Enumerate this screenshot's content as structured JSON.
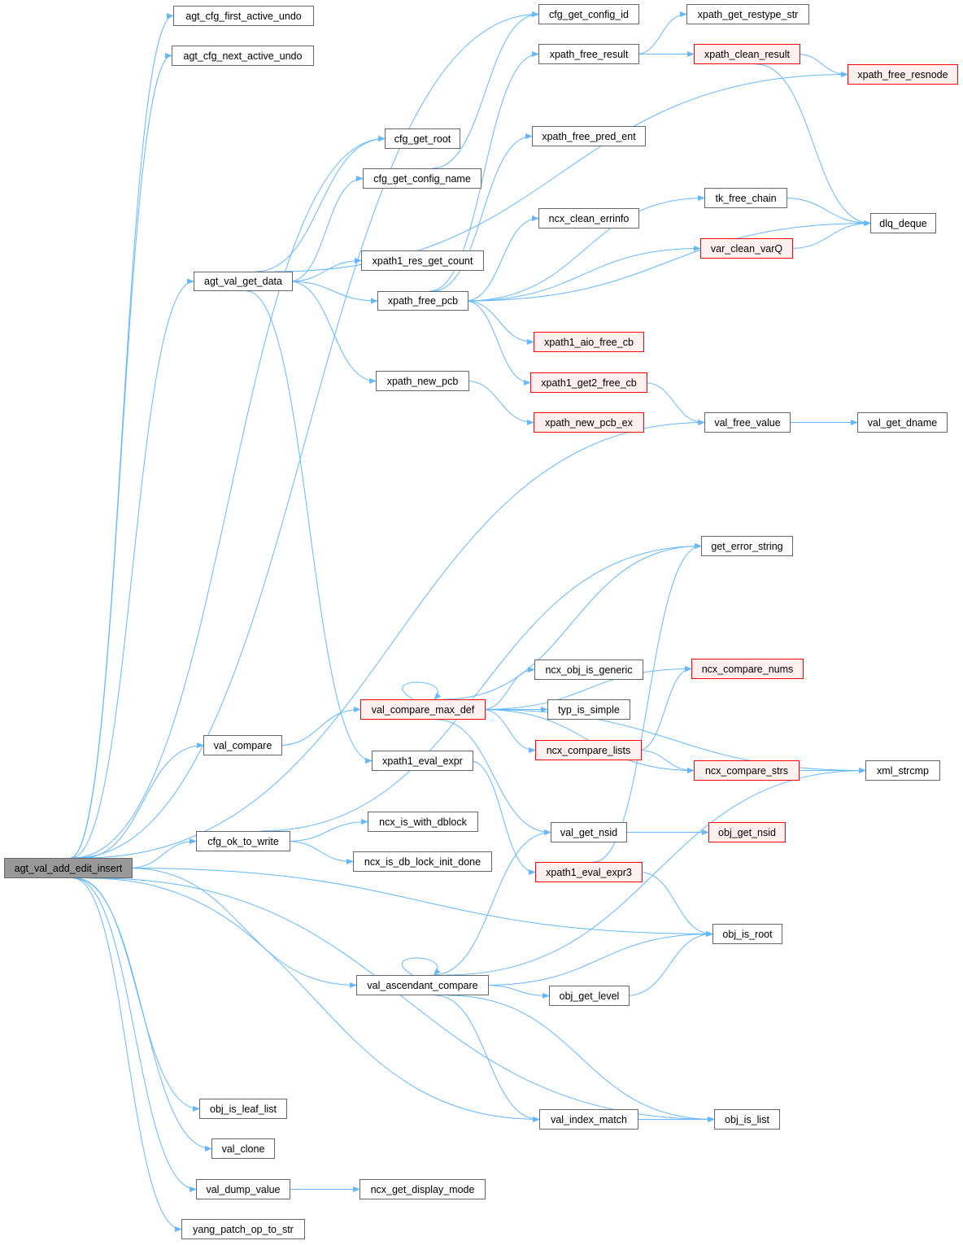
{
  "title": "agt_val_add_edit_insert call graph",
  "colors": {
    "edge": "#63b8ff",
    "root_fill": "#999999",
    "truncated_border": "#ff0000",
    "truncated_fill": "#fff0f0",
    "node_border": "#666666"
  },
  "nodes": [
    {
      "id": "agt_val_add_edit_insert",
      "label": "agt_val_add_edit_insert",
      "kind": "root"
    },
    {
      "id": "agt_cfg_first_active_undo",
      "label": "agt_cfg_first_active_undo",
      "kind": "normal"
    },
    {
      "id": "agt_cfg_next_active_undo",
      "label": "agt_cfg_next_active_undo",
      "kind": "normal"
    },
    {
      "id": "cfg_get_config_id",
      "label": "cfg_get_config_id",
      "kind": "normal"
    },
    {
      "id": "xpath_get_restype_str",
      "label": "xpath_get_restype_str",
      "kind": "normal"
    },
    {
      "id": "xpath_free_result",
      "label": "xpath_free_result",
      "kind": "normal"
    },
    {
      "id": "xpath_clean_result",
      "label": "xpath_clean_result",
      "kind": "truncated"
    },
    {
      "id": "xpath_free_resnode",
      "label": "xpath_free_resnode",
      "kind": "truncated"
    },
    {
      "id": "cfg_get_root",
      "label": "cfg_get_root",
      "kind": "normal"
    },
    {
      "id": "xpath_free_pred_ent",
      "label": "xpath_free_pred_ent",
      "kind": "normal"
    },
    {
      "id": "cfg_get_config_name",
      "label": "cfg_get_config_name",
      "kind": "normal"
    },
    {
      "id": "tk_free_chain",
      "label": "tk_free_chain",
      "kind": "normal"
    },
    {
      "id": "ncx_clean_errinfo",
      "label": "ncx_clean_errinfo",
      "kind": "normal"
    },
    {
      "id": "dlq_deque",
      "label": "dlq_deque",
      "kind": "normal"
    },
    {
      "id": "var_clean_varQ",
      "label": "var_clean_varQ",
      "kind": "truncated"
    },
    {
      "id": "xpath1_res_get_count",
      "label": "xpath1_res_get_count",
      "kind": "normal"
    },
    {
      "id": "agt_val_get_data",
      "label": "agt_val_get_data",
      "kind": "normal"
    },
    {
      "id": "xpath_free_pcb",
      "label": "xpath_free_pcb",
      "kind": "normal"
    },
    {
      "id": "xpath1_aio_free_cb",
      "label": "xpath1_aio_free_cb",
      "kind": "truncated"
    },
    {
      "id": "xpath1_get2_free_cb",
      "label": "xpath1_get2_free_cb",
      "kind": "truncated"
    },
    {
      "id": "xpath_new_pcb",
      "label": "xpath_new_pcb",
      "kind": "normal"
    },
    {
      "id": "val_free_value",
      "label": "val_free_value",
      "kind": "normal"
    },
    {
      "id": "val_get_dname",
      "label": "val_get_dname",
      "kind": "normal"
    },
    {
      "id": "xpath_new_pcb_ex",
      "label": "xpath_new_pcb_ex",
      "kind": "truncated"
    },
    {
      "id": "get_error_string",
      "label": "get_error_string",
      "kind": "normal"
    },
    {
      "id": "ncx_obj_is_generic",
      "label": "ncx_obj_is_generic",
      "kind": "normal"
    },
    {
      "id": "ncx_compare_nums",
      "label": "ncx_compare_nums",
      "kind": "truncated"
    },
    {
      "id": "val_compare_max_def",
      "label": "val_compare_max_def",
      "kind": "truncated"
    },
    {
      "id": "typ_is_simple",
      "label": "typ_is_simple",
      "kind": "normal"
    },
    {
      "id": "val_compare",
      "label": "val_compare",
      "kind": "normal"
    },
    {
      "id": "xpath1_eval_expr",
      "label": "xpath1_eval_expr",
      "kind": "normal"
    },
    {
      "id": "ncx_compare_lists",
      "label": "ncx_compare_lists",
      "kind": "truncated"
    },
    {
      "id": "ncx_compare_strs",
      "label": "ncx_compare_strs",
      "kind": "truncated"
    },
    {
      "id": "xml_strcmp",
      "label": "xml_strcmp",
      "kind": "normal"
    },
    {
      "id": "ncx_is_with_dblock",
      "label": "ncx_is_with_dblock",
      "kind": "normal"
    },
    {
      "id": "cfg_ok_to_write",
      "label": "cfg_ok_to_write",
      "kind": "normal"
    },
    {
      "id": "ncx_is_db_lock_init_done",
      "label": "ncx_is_db_lock_init_done",
      "kind": "normal"
    },
    {
      "id": "val_get_nsid",
      "label": "val_get_nsid",
      "kind": "normal"
    },
    {
      "id": "obj_get_nsid",
      "label": "obj_get_nsid",
      "kind": "truncated"
    },
    {
      "id": "xpath1_eval_expr3",
      "label": "xpath1_eval_expr3",
      "kind": "truncated"
    },
    {
      "id": "obj_is_root",
      "label": "obj_is_root",
      "kind": "normal"
    },
    {
      "id": "val_ascendant_compare",
      "label": "val_ascendant_compare",
      "kind": "normal"
    },
    {
      "id": "obj_get_level",
      "label": "obj_get_level",
      "kind": "normal"
    },
    {
      "id": "obj_is_leaf_list",
      "label": "obj_is_leaf_list",
      "kind": "normal"
    },
    {
      "id": "val_index_match",
      "label": "val_index_match",
      "kind": "normal"
    },
    {
      "id": "obj_is_list",
      "label": "obj_is_list",
      "kind": "normal"
    },
    {
      "id": "val_clone",
      "label": "val_clone",
      "kind": "normal"
    },
    {
      "id": "val_dump_value",
      "label": "val_dump_value",
      "kind": "normal"
    },
    {
      "id": "ncx_get_display_mode",
      "label": "ncx_get_display_mode",
      "kind": "normal"
    },
    {
      "id": "yang_patch_op_to_str",
      "label": "yang_patch_op_to_str",
      "kind": "normal"
    }
  ],
  "edges": [
    [
      "agt_val_add_edit_insert",
      "agt_cfg_first_active_undo"
    ],
    [
      "agt_val_add_edit_insert",
      "agt_cfg_next_active_undo"
    ],
    [
      "agt_val_add_edit_insert",
      "cfg_get_config_id"
    ],
    [
      "agt_val_add_edit_insert",
      "cfg_get_root"
    ],
    [
      "agt_val_add_edit_insert",
      "agt_val_get_data"
    ],
    [
      "agt_val_add_edit_insert",
      "val_free_value"
    ],
    [
      "agt_val_add_edit_insert",
      "val_compare"
    ],
    [
      "agt_val_add_edit_insert",
      "cfg_ok_to_write"
    ],
    [
      "agt_val_add_edit_insert",
      "obj_is_root"
    ],
    [
      "agt_val_add_edit_insert",
      "val_ascendant_compare"
    ],
    [
      "agt_val_add_edit_insert",
      "val_index_match"
    ],
    [
      "agt_val_add_edit_insert",
      "obj_is_list"
    ],
    [
      "agt_val_add_edit_insert",
      "obj_is_leaf_list"
    ],
    [
      "agt_val_add_edit_insert",
      "val_clone"
    ],
    [
      "agt_val_add_edit_insert",
      "val_dump_value"
    ],
    [
      "agt_val_add_edit_insert",
      "yang_patch_op_to_str"
    ],
    [
      "agt_val_get_data",
      "cfg_get_root"
    ],
    [
      "agt_val_get_data",
      "cfg_get_config_name"
    ],
    [
      "agt_val_get_data",
      "xpath1_res_get_count"
    ],
    [
      "agt_val_get_data",
      "xpath_free_pcb"
    ],
    [
      "agt_val_get_data",
      "xpath_new_pcb"
    ],
    [
      "agt_val_get_data",
      "xpath_free_resnode"
    ],
    [
      "agt_val_get_data",
      "xpath1_eval_expr"
    ],
    [
      "cfg_get_config_name",
      "cfg_get_config_id"
    ],
    [
      "xpath_free_pcb",
      "xpath_free_result"
    ],
    [
      "xpath_free_pcb",
      "xpath_free_pred_ent"
    ],
    [
      "xpath_free_pcb",
      "tk_free_chain"
    ],
    [
      "xpath_free_pcb",
      "ncx_clean_errinfo"
    ],
    [
      "xpath_free_pcb",
      "var_clean_varQ"
    ],
    [
      "xpath_free_pcb",
      "dlq_deque"
    ],
    [
      "xpath_free_pcb",
      "xpath1_aio_free_cb"
    ],
    [
      "xpath_free_pcb",
      "xpath1_get2_free_cb"
    ],
    [
      "xpath_free_result",
      "xpath_get_restype_str"
    ],
    [
      "xpath_free_result",
      "xpath_clean_result"
    ],
    [
      "xpath_clean_result",
      "xpath_free_resnode"
    ],
    [
      "xpath_clean_result",
      "dlq_deque"
    ],
    [
      "tk_free_chain",
      "dlq_deque"
    ],
    [
      "var_clean_varQ",
      "dlq_deque"
    ],
    [
      "xpath_new_pcb",
      "xpath_new_pcb_ex"
    ],
    [
      "xpath1_get2_free_cb",
      "val_free_value"
    ],
    [
      "val_free_value",
      "val_get_dname"
    ],
    [
      "val_compare",
      "val_compare_max_def"
    ],
    [
      "val_compare_max_def",
      "val_compare_max_def"
    ],
    [
      "val_compare_max_def",
      "get_error_string"
    ],
    [
      "val_compare_max_def",
      "xml_strcmp"
    ],
    [
      "val_compare_max_def",
      "ncx_compare_nums"
    ],
    [
      "val_compare_max_def",
      "ncx_obj_is_generic"
    ],
    [
      "val_compare_max_def",
      "typ_is_simple"
    ],
    [
      "val_compare_max_def",
      "ncx_compare_lists"
    ],
    [
      "val_compare_max_def",
      "ncx_compare_strs"
    ],
    [
      "val_compare_max_def",
      "val_get_nsid"
    ],
    [
      "ncx_compare_lists",
      "ncx_compare_nums"
    ],
    [
      "ncx_compare_lists",
      "ncx_compare_strs"
    ],
    [
      "ncx_compare_strs",
      "xml_strcmp"
    ],
    [
      "xpath1_eval_expr",
      "xpath1_eval_expr3"
    ],
    [
      "xpath1_eval_expr3",
      "get_error_string"
    ],
    [
      "xpath1_eval_expr3",
      "obj_is_root"
    ],
    [
      "cfg_ok_to_write",
      "get_error_string"
    ],
    [
      "cfg_ok_to_write",
      "ncx_is_with_dblock"
    ],
    [
      "cfg_ok_to_write",
      "ncx_is_db_lock_init_done"
    ],
    [
      "val_get_nsid",
      "obj_get_nsid"
    ],
    [
      "val_ascendant_compare",
      "val_ascendant_compare"
    ],
    [
      "val_ascendant_compare",
      "val_get_nsid"
    ],
    [
      "val_ascendant_compare",
      "obj_is_root"
    ],
    [
      "val_ascendant_compare",
      "obj_get_level"
    ],
    [
      "val_ascendant_compare",
      "xml_strcmp"
    ],
    [
      "val_ascendant_compare",
      "val_index_match"
    ],
    [
      "val_ascendant_compare",
      "obj_is_list"
    ],
    [
      "obj_get_level",
      "obj_is_root"
    ],
    [
      "val_index_match",
      "obj_is_list"
    ],
    [
      "val_dump_value",
      "ncx_get_display_mode"
    ]
  ]
}
